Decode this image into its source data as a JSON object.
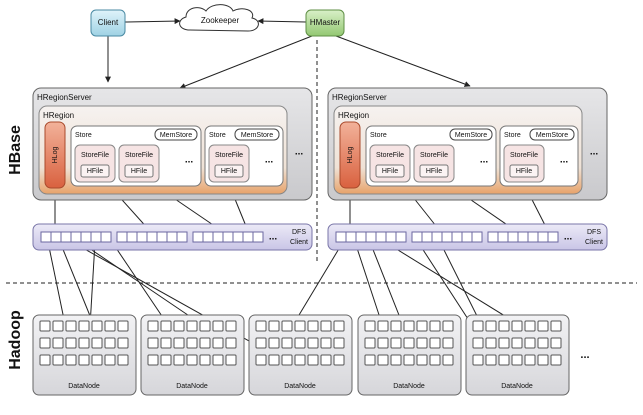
{
  "labels": {
    "client": "Client",
    "zookeeper": "Zookeeper",
    "hmaster": "HMaster",
    "hbase": "HBase",
    "hadoop": "Hadoop",
    "hregionserver": "HRegionServer",
    "hregion": "HRegion",
    "hlog": "HLog",
    "store": "Store",
    "memstore": "MemStore",
    "storefile": "StoreFile",
    "hfile": "HFile",
    "ellipsis": "...",
    "dfs_client_line1": "DFS",
    "dfs_client_line2": "Client",
    "datanode": "DataNode"
  },
  "counts": {
    "region_servers": 2,
    "datanodes": 5
  },
  "colors": {
    "client_fill": "#bfe6f2",
    "hmaster_fill": "#b9df9f",
    "server_fill": "#d8d8da",
    "region_fill": "#f1e8e0",
    "hlog_fill": "#e8896b",
    "hadoop_box_fill": "#e9e9ec",
    "dfs_fill": "#d7d4ee"
  }
}
